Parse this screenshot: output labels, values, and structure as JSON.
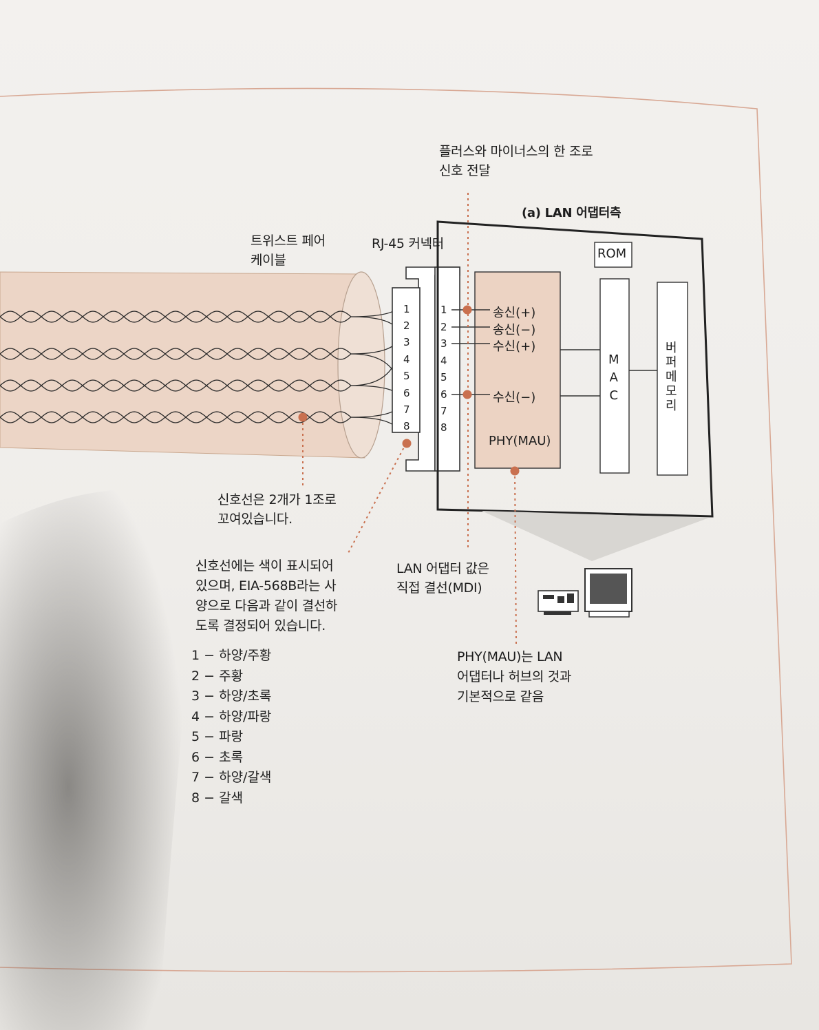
{
  "labels": {
    "pair_signal": "플러스와 마이너스의 한 조로\n신호 전달",
    "adapter_side": "(a) LAN 어댑터측",
    "twisted_pair": "트위스트 페어\n케이블",
    "rj45": "RJ-45 커넥터",
    "rom": "ROM",
    "mac": "M\nA\nC",
    "buffer": "버\n퍼\n메\n모\n리",
    "phy": "PHY(MAU)",
    "twisted_note": "신호선은 2개가 1조로\n꼬여있습니다.",
    "color_note": "신호선에는 색이 표시되어\n있으며, EIA-568B라는 사\n양으로 다음과 같이 결선하\n도록 결정되어 있습니다.",
    "mdi_note": "LAN 어댑터 값은\n직접 결선(MDI)",
    "phy_note": "PHY(MAU)는 LAN\n어댑터나 허브의 것과\n기본적으로 같음"
  },
  "pin_numbers": [
    "1",
    "2",
    "3",
    "4",
    "5",
    "6",
    "7",
    "8"
  ],
  "phy_signals": {
    "tx_plus": "송신(+)",
    "tx_minus": "송신(−)",
    "rx_plus": "수신(+)",
    "rx_minus": "수신(−)"
  },
  "wiring": [
    "1 − 하양/주황",
    "2 − 주황",
    "3 − 하양/초록",
    "4 − 하양/파랑",
    "5 − 파랑",
    "6 − 초록",
    "7 − 하양/갈색",
    "8 − 갈색"
  ],
  "colors": {
    "accent": "#c9704f",
    "cable_fill": "#ecd5c6",
    "phy_fill": "#ecd3c3",
    "line": "#2a2a2a"
  }
}
